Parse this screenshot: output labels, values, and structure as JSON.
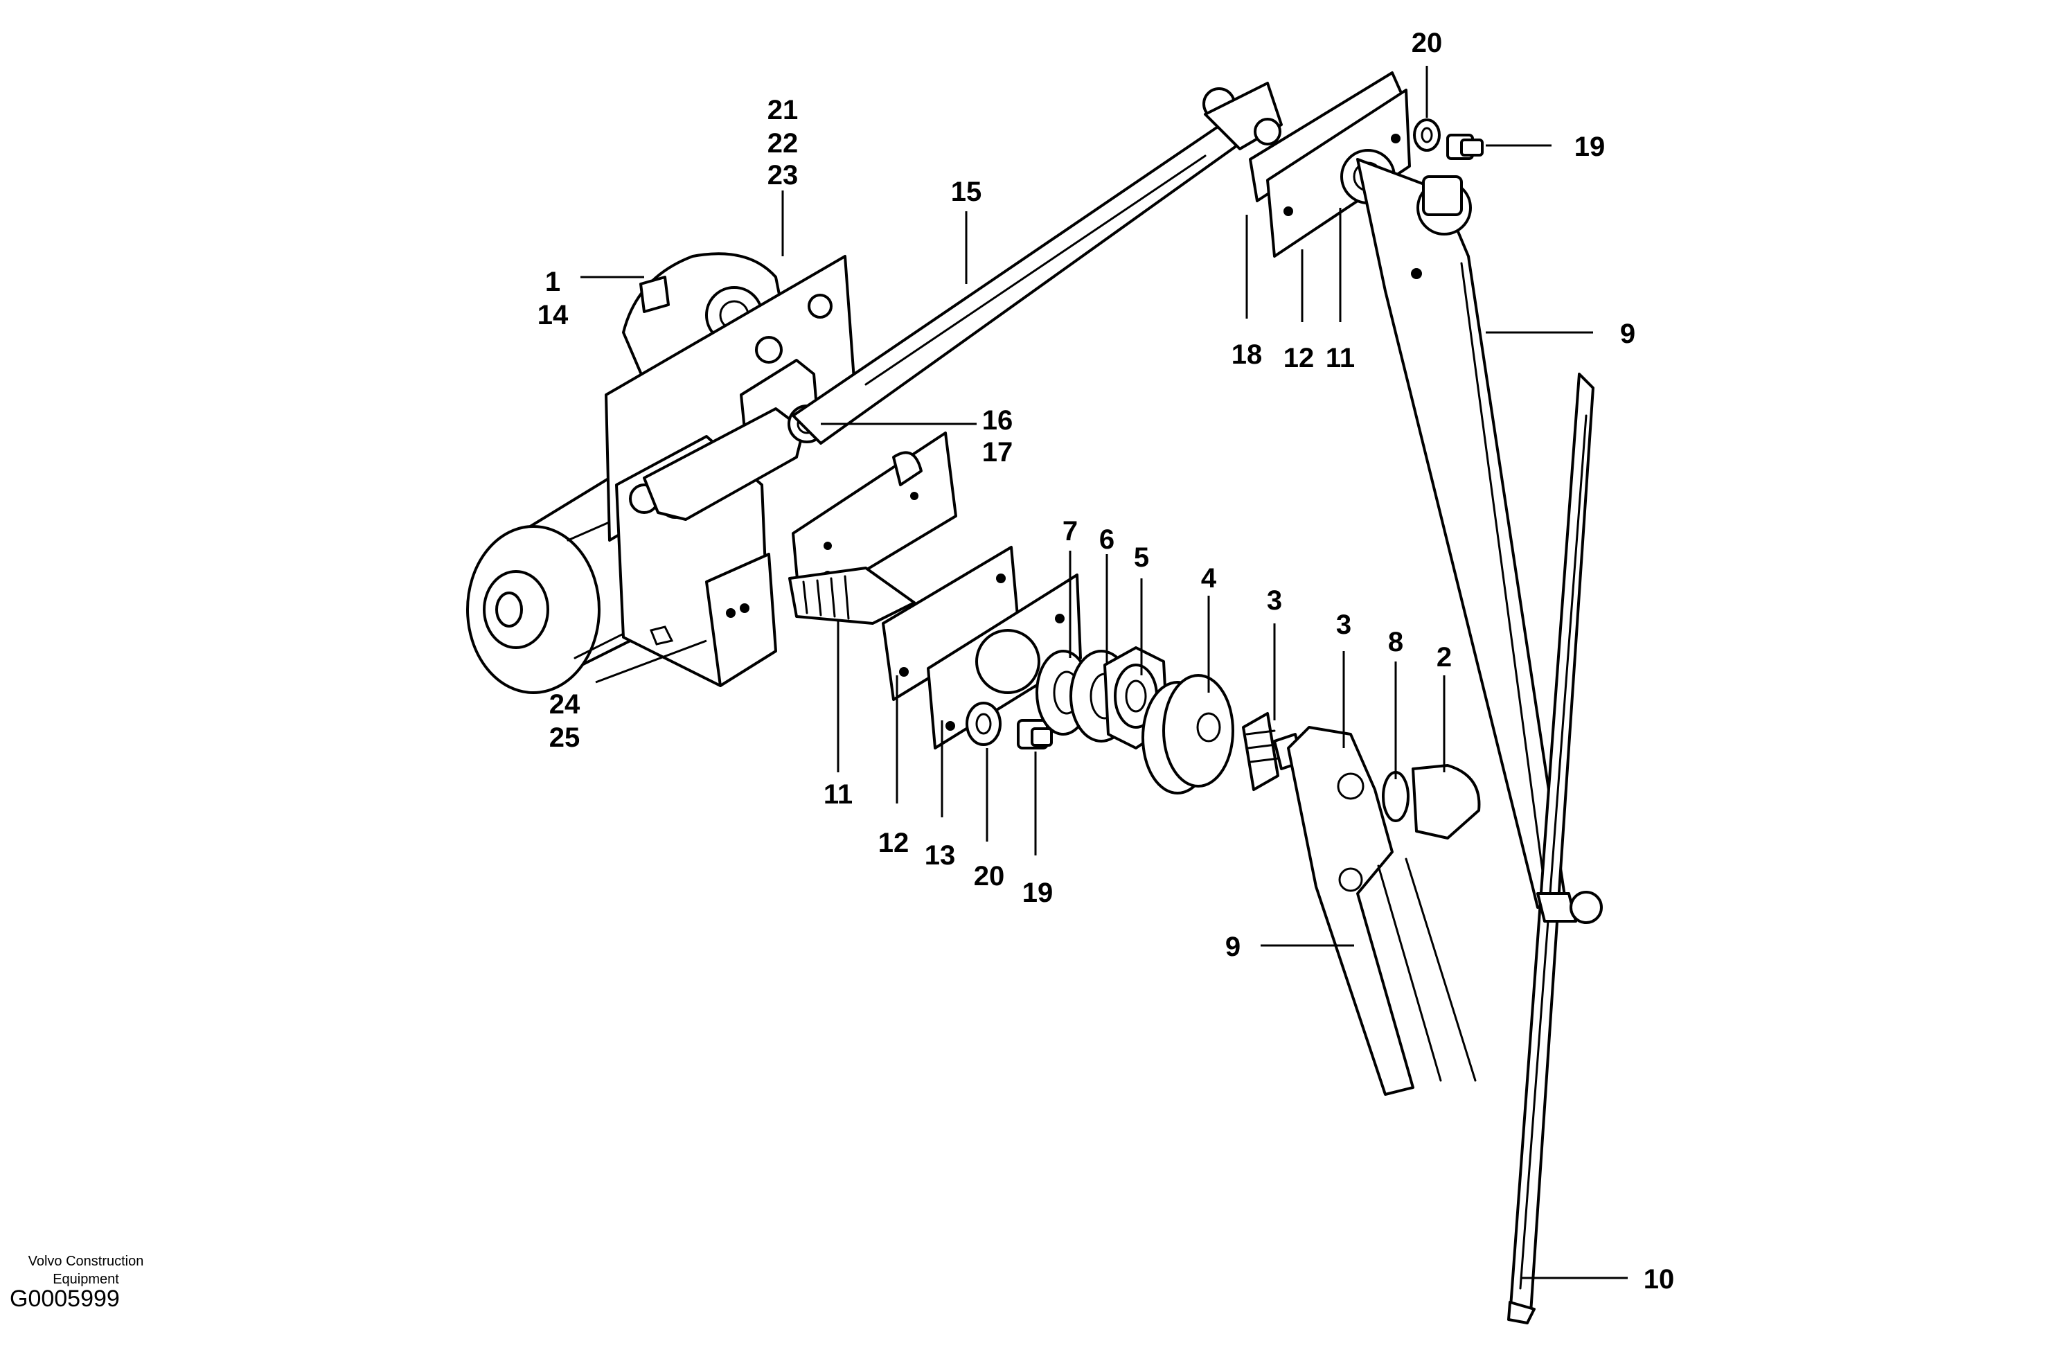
{
  "footer": {
    "company_line1": "Volvo Construction",
    "company_line2": "Equipment",
    "drawing_id": "G0005999"
  },
  "callouts": {
    "c1": "1",
    "c14": "14",
    "c21": "21",
    "c22": "22",
    "c23": "23",
    "c15": "15",
    "c16": "16",
    "c17": "17",
    "c20_top": "20",
    "c19_top": "19",
    "c18": "18",
    "c12_top": "12",
    "c11_top": "11",
    "c9_top": "9",
    "c7": "7",
    "c6": "6",
    "c5": "5",
    "c4": "4",
    "c3_a": "3",
    "c3_b": "3",
    "c8": "8",
    "c2": "2",
    "c24": "24",
    "c25": "25",
    "c11_bot": "11",
    "c12_bot": "12",
    "c13": "13",
    "c20_bot": "20",
    "c19_bot": "19",
    "c9_bot": "9",
    "c10": "10"
  }
}
